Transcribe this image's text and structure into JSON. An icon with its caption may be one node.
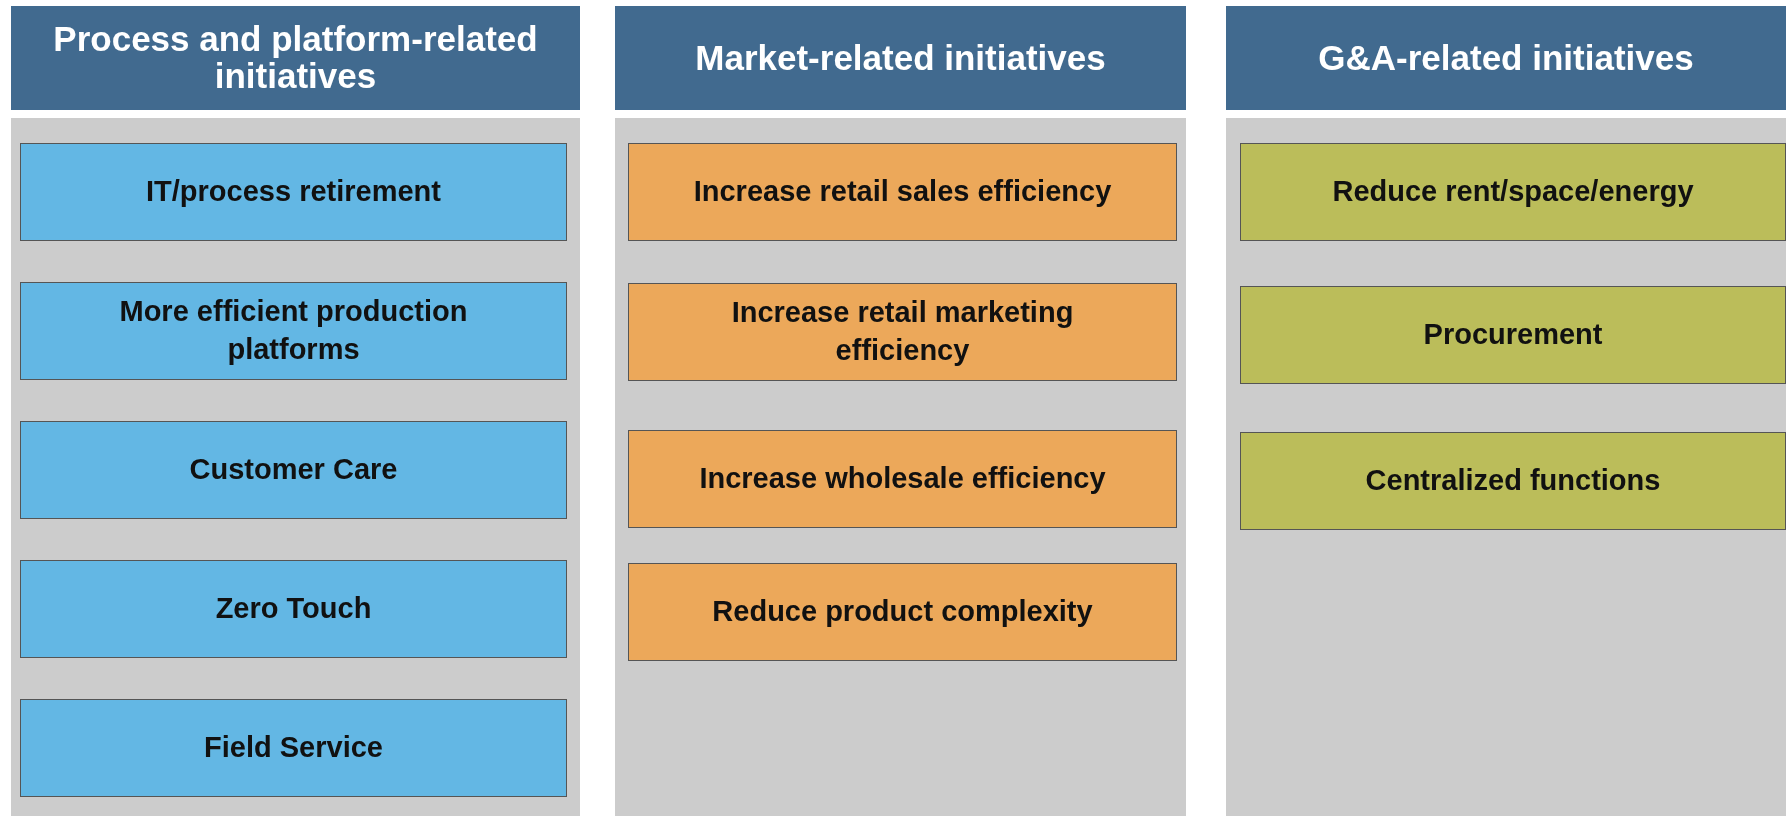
{
  "diagram": {
    "nodes": [
      {
        "text": [
          "Process and platform-related initiatives"
        ]
      },
      {
        "text": [],
        "shape": "box"
      },
      {
        "text": [
          "IT/process retirement"
        ],
        "in": 1
      },
      {
        "text": [
          "More efficient production platforms"
        ],
        "in": 1
      },
      {
        "text": [
          "Customer Care"
        ],
        "in": 1
      },
      {
        "text": [
          "Zero Touch"
        ],
        "in": 1
      },
      {
        "text": [
          "Field Service"
        ],
        "in": 1
      },
      {
        "text": [
          "Market-related initiatives"
        ]
      },
      {
        "text": [],
        "shape": "box"
      },
      {
        "text": [
          "Increase retail sales efficiency"
        ],
        "in": 8
      },
      {
        "text": [
          "Increase retail marketing efficiency"
        ],
        "in": 8
      },
      {
        "text": [
          "Increase wholesale efficiency"
        ],
        "in": 8
      },
      {
        "text": [
          "Reduce product complexity"
        ],
        "in": 8
      },
      {
        "text": [
          "G&A-related initiatives"
        ]
      },
      {
        "text": [],
        "shape": "box"
      },
      {
        "text": [
          "Reduce rent/space/energy"
        ],
        "in": 14
      },
      {
        "text": [
          "Procurement"
        ],
        "in": 14
      },
      {
        "text": [
          "Centralized functions"
        ],
        "in": 14
      }
    ]
  }
}
